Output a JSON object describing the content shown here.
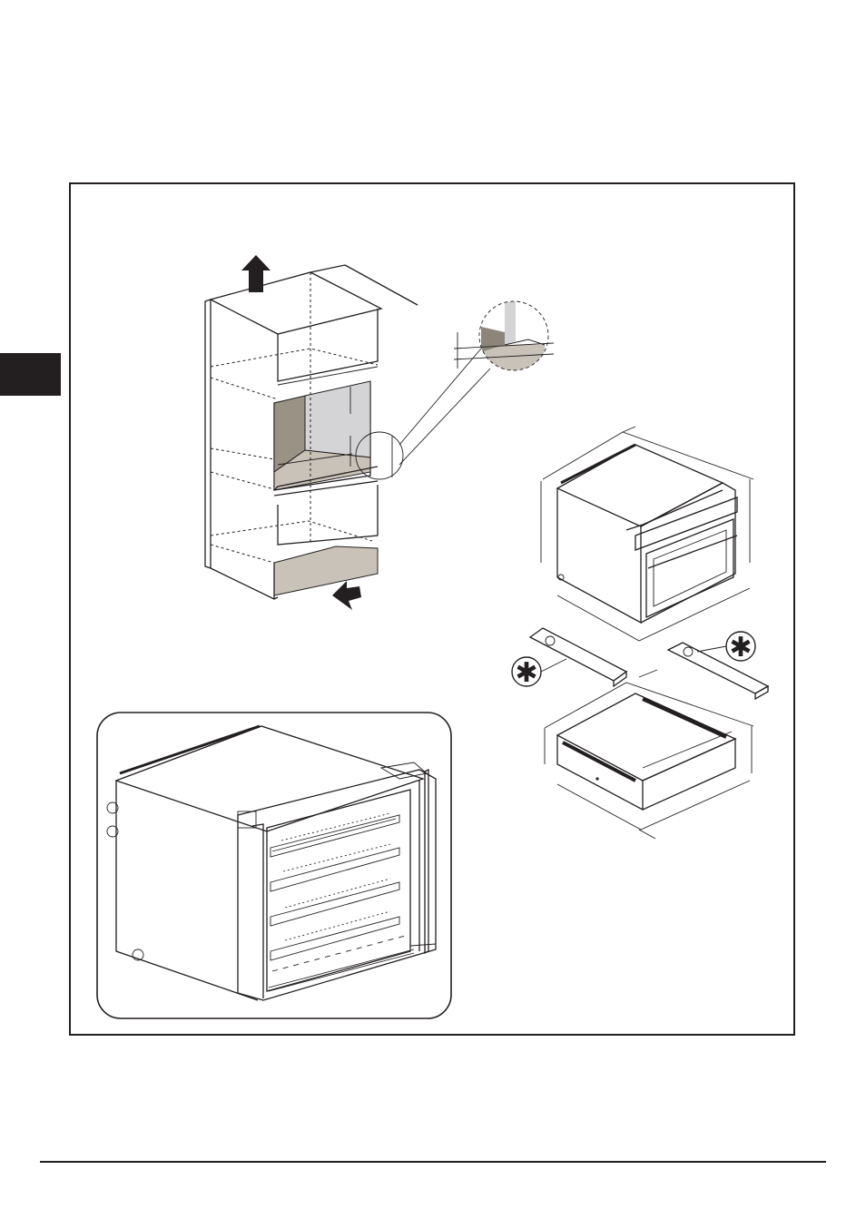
{
  "page": {
    "section_tab_label": "",
    "page_number": ""
  },
  "figures": [
    {
      "id": "cabinet-cutaway",
      "icon": "installation-cabinet-diagram"
    },
    {
      "id": "oven-appliance",
      "icon": "built-in-oven-diagram"
    },
    {
      "id": "mounting-brackets",
      "icon": "bracket-diagram"
    },
    {
      "id": "warming-drawer",
      "icon": "drawer-diagram"
    },
    {
      "id": "wine-cooler",
      "icon": "wine-cooler-illustration"
    }
  ],
  "markers": {
    "asterisk_symbol": "✱"
  },
  "colors": {
    "ink": "#231f20",
    "shade_light": "#d4d4d6",
    "shade_mid": "#c9c2b8",
    "shade_dark": "#8d857a"
  }
}
